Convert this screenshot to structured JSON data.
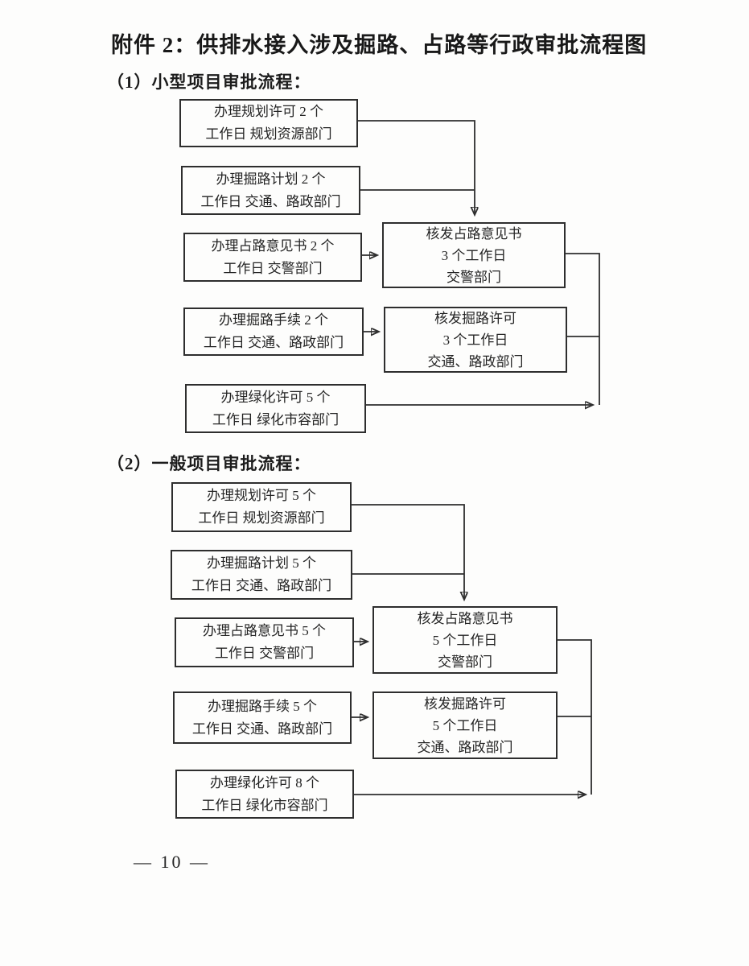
{
  "document": {
    "title": "附件 2：供排水接入涉及掘路、占路等行政审批流程图",
    "page_number": "— 10 —"
  },
  "section_small": {
    "heading": "（1）小型项目审批流程：",
    "boxes": {
      "planning_permit": "办理规划许可 2 个\n工作日 规划资源部门",
      "digging_plan": "办理掘路计划 2 个\n工作日 交通、路政部门",
      "occupation_opinion": "办理占路意见书 2 个\n工作日 交警部门",
      "issue_occupation_opinion": "核发占路意见书\n3 个工作日\n交警部门",
      "digging_procedure": "办理掘路手续 2 个\n工作日 交通、路政部门",
      "issue_digging_permit": "核发掘路许可\n3 个工作日\n交通、路政部门",
      "greening_permit": "办理绿化许可 5 个\n工作日 绿化市容部门"
    }
  },
  "section_general": {
    "heading": "（2）一般项目审批流程：",
    "boxes": {
      "planning_permit": "办理规划许可 5 个\n工作日 规划资源部门",
      "digging_plan": "办理掘路计划 5 个\n工作日 交通、路政部门",
      "occupation_opinion": "办理占路意见书 5 个\n工作日 交警部门",
      "issue_occupation_opinion": "核发占路意见书\n5 个工作日\n交警部门",
      "digging_procedure": "办理掘路手续 5 个\n工作日 交通、路政部门",
      "issue_digging_permit": "核发掘路许可\n5 个工作日\n交通、路政部门",
      "greening_permit": "办理绿化许可 8 个\n工作日 绿化市容部门"
    }
  },
  "colors": {
    "ink": "#2e2e2e",
    "paper": "#fdfdfc"
  }
}
